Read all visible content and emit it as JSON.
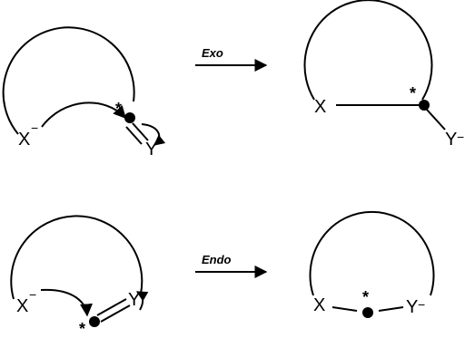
{
  "labels": {
    "x_anion": "X",
    "x": "X",
    "y": "Y",
    "charge_neg": "−",
    "star": "*"
  },
  "arrows": {
    "exo": "Exo",
    "endo": "Endo"
  }
}
